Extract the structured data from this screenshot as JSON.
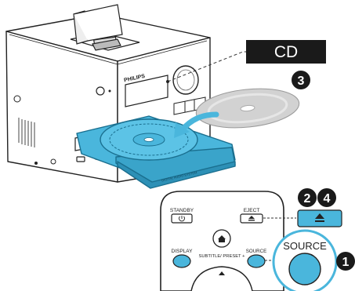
{
  "device": {
    "brand": "PHILIPS",
    "tray_text": "DIGITAL AUDIO SYSTEM"
  },
  "callout": {
    "text": "CD",
    "background": "#1a1a1a",
    "text_color": "#ffffff"
  },
  "steps": {
    "one": "1",
    "two": "2",
    "three": "3",
    "four": "4"
  },
  "remote": {
    "standby_label": "STANDBY",
    "eject_label": "EJECT",
    "display_label": "DISPLAY",
    "subtitle_preset_label": "SUBTITLE/ PRESET +",
    "source_small_label": "SOURCE",
    "source_big_label": "SOURCE",
    "highlight_color": "#4ab6dc",
    "eject_button_color": "#4ab6dc"
  },
  "colors": {
    "tray": "#4ab6dc",
    "disc": "#cfcfcf",
    "outline": "#222222"
  }
}
